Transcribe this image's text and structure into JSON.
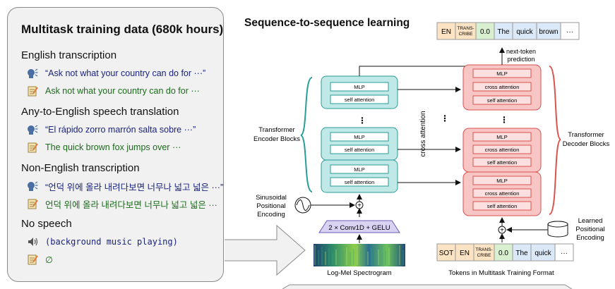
{
  "panel": {
    "title": "Multitask training data (680k hours)",
    "sections": [
      {
        "heading": "English transcription",
        "lines": [
          {
            "icon": "speaking-head-icon",
            "text": "“Ask not what your country can do for ···”",
            "style": "audio"
          },
          {
            "icon": "memo-icon",
            "text": "Ask not what your country can do for ···",
            "style": "text"
          }
        ]
      },
      {
        "heading": "Any-to-English speech translation",
        "lines": [
          {
            "icon": "speaking-head-icon",
            "text": "“El rápido zorro marrón salta sobre ···”",
            "style": "audio"
          },
          {
            "icon": "memo-icon",
            "text": "The quick brown fox jumps over ···",
            "style": "text"
          }
        ]
      },
      {
        "heading": "Non-English transcription",
        "lines": [
          {
            "icon": "speaking-head-icon",
            "text": "“언덕 위에 올라 내려다보면 너무나 넓고 넓은 ···”",
            "style": "audio"
          },
          {
            "icon": "memo-icon",
            "text": "언덕 위에 올라 내려다보면 너무나 넓고 넓은 ···",
            "style": "text"
          }
        ]
      },
      {
        "heading": "No speech",
        "lines": [
          {
            "icon": "speaker-icon",
            "text": "(background music playing)",
            "style": "mono-audio"
          },
          {
            "icon": "memo-icon",
            "text": "∅",
            "style": "text"
          }
        ]
      }
    ]
  },
  "diagram": {
    "title": "Sequence-to-sequence learning",
    "encoder_label": [
      "Transformer",
      "Encoder Blocks"
    ],
    "decoder_label": [
      "Transformer",
      "Decoder Blocks"
    ],
    "mlp": "MLP",
    "self_attention": "self attention",
    "cross_attention": "cross attention",
    "cross_attention_vertical": "cross attention",
    "sinusoidal": [
      "Sinusoidal",
      "Positional",
      "Encoding"
    ],
    "learned": [
      "Learned",
      "Positional",
      "Encoding"
    ],
    "conv": "2 × Conv1D + GELU",
    "spectrogram_label": "Log-Mel Spectrogram",
    "tokens_label": "Tokens in Multitask Training Format",
    "next_token": [
      "next-token",
      "prediction"
    ],
    "output_tokens": [
      {
        "text": "EN",
        "color": "#fce3c3"
      },
      {
        "text": "TRANS-\nCRIBE",
        "color": "#fce3c3"
      },
      {
        "text": "0.0",
        "color": "#d8f0d0"
      },
      {
        "text": "The",
        "color": "#dbe8f8"
      },
      {
        "text": "quick",
        "color": "#dbe8f8"
      },
      {
        "text": "brown",
        "color": "#dbe8f8"
      },
      {
        "text": "···",
        "color": "#ffffff"
      }
    ],
    "input_tokens": [
      {
        "text": "SOT",
        "color": "#fce3c3"
      },
      {
        "text": "EN",
        "color": "#fce3c3"
      },
      {
        "text": "TRANS-\nCRIBE",
        "color": "#fce3c3"
      },
      {
        "text": "0.0",
        "color": "#d8f0d0"
      },
      {
        "text": "The",
        "color": "#dbe8f8"
      },
      {
        "text": "quick",
        "color": "#dbe8f8"
      },
      {
        "text": "···",
        "color": "#ffffff"
      }
    ],
    "colors": {
      "encoder_fill": "#bfe8e6",
      "encoder_stroke": "#2a9d9a",
      "decoder_fill": "#f7c6c4",
      "decoder_stroke": "#d9534f",
      "conv_fill": "#d9d2f3",
      "conv_stroke": "#6b5bb5",
      "bracket_teal": "#2a9d9a",
      "bracket_red": "#d9534f"
    }
  }
}
